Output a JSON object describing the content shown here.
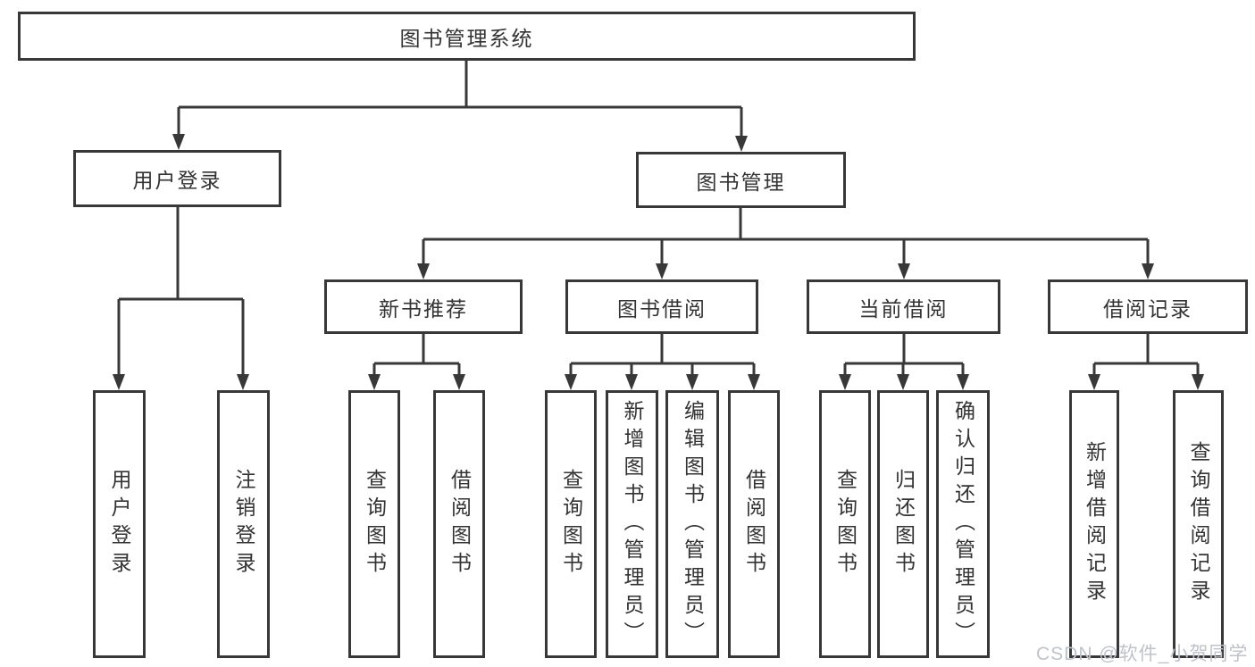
{
  "tree": {
    "root": {
      "label": "图书管理系统",
      "children": [
        {
          "label": "用户登录",
          "children": [
            {
              "label": "用户登录"
            },
            {
              "label": "注销登录"
            }
          ]
        },
        {
          "label": "图书管理",
          "children": [
            {
              "label": "新书推荐",
              "children": [
                {
                  "label": "查询图书"
                },
                {
                  "label": "借阅图书"
                }
              ]
            },
            {
              "label": "图书借阅",
              "children": [
                {
                  "label": "查询图书"
                },
                {
                  "label": "新增图书（管理员）"
                },
                {
                  "label": "编辑图书（管理员）"
                },
                {
                  "label": "借阅图书"
                }
              ]
            },
            {
              "label": "当前借阅",
              "children": [
                {
                  "label": "查询图书"
                },
                {
                  "label": "归还图书"
                },
                {
                  "label": "确认归还（管理员）"
                }
              ]
            },
            {
              "label": "借阅记录",
              "children": [
                {
                  "label": "新增借阅记录"
                },
                {
                  "label": "查询借阅记录"
                }
              ]
            }
          ]
        }
      ]
    }
  },
  "watermark": {
    "text": "CSDN @软件_小贺同学"
  },
  "colors": {
    "line": "#383838",
    "text": "#333333",
    "watermark": "#bfc3c9",
    "background": "#ffffff"
  }
}
